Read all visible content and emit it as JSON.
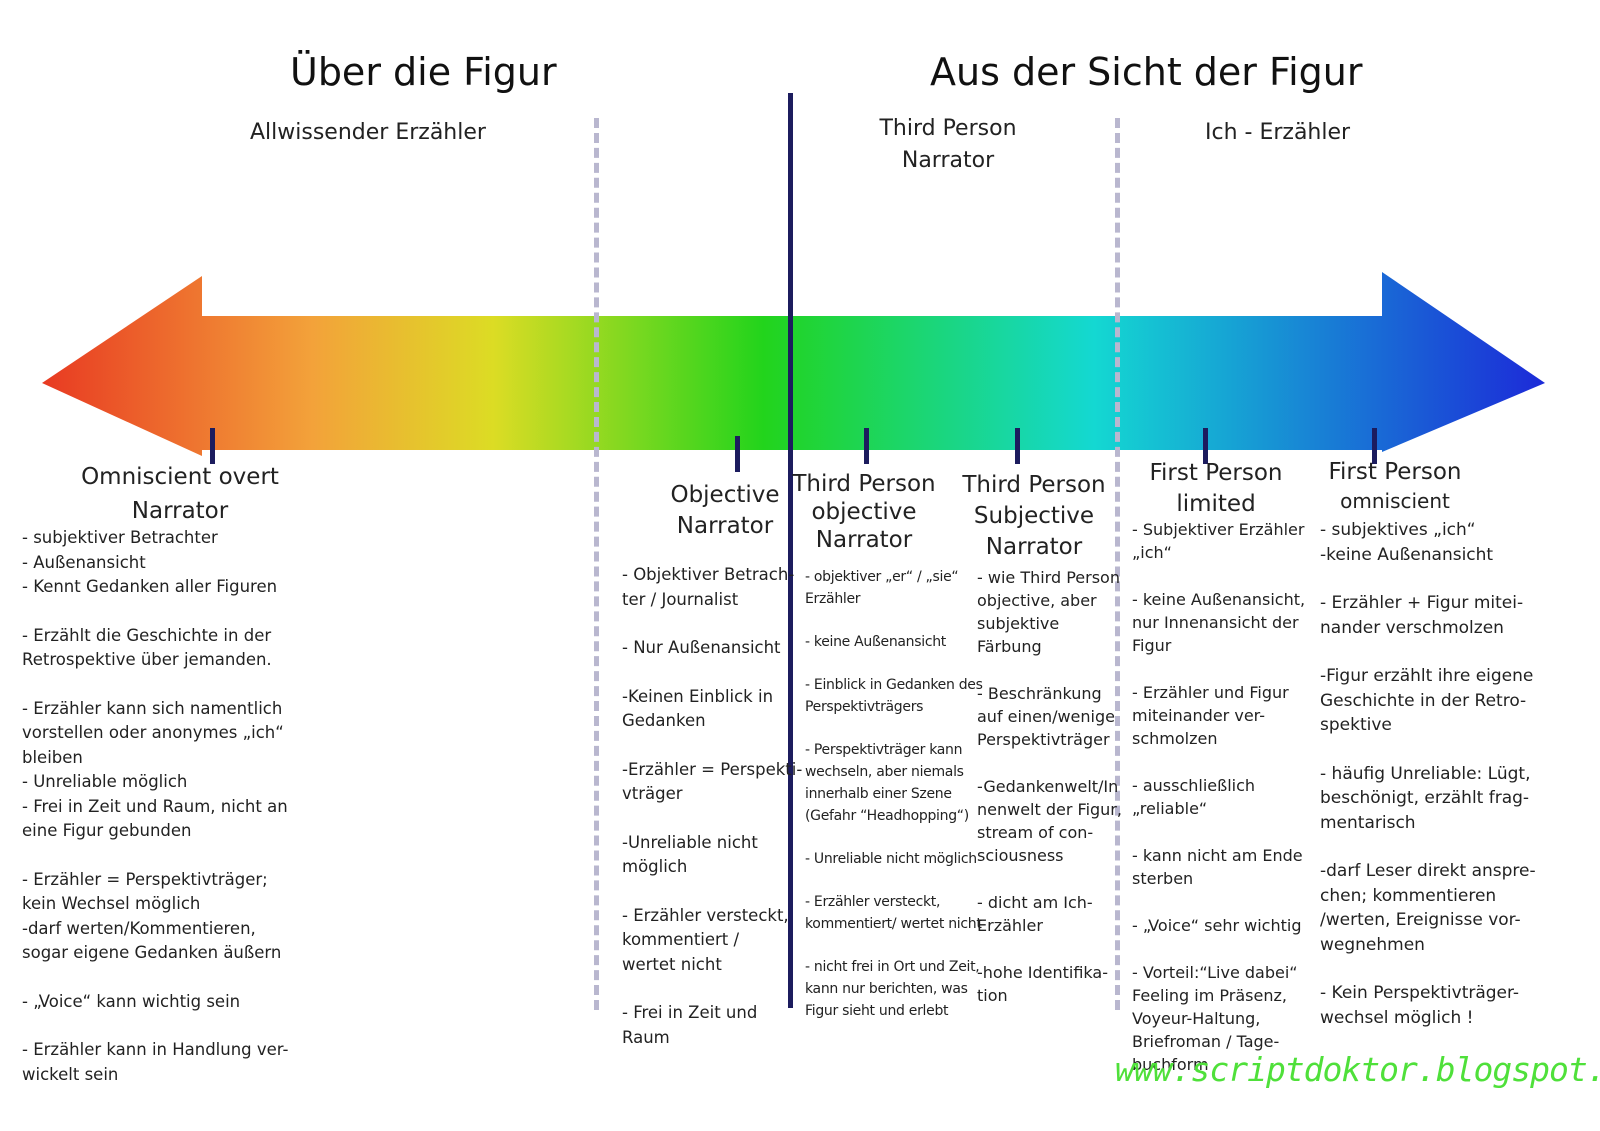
{
  "headings": {
    "left": "Über die Figur",
    "right": "Aus der Sicht der Figur"
  },
  "categories": {
    "omniscient": "Allwissender Erzähler",
    "third_line1": "Third Person",
    "third_line2": "Narrator",
    "first": "Ich - Erzähler"
  },
  "columns": [
    {
      "title_lines": [
        "Omniscient overt",
        "Narrator"
      ],
      "notes": [
        "- subjektiver Betrachter",
        "- Außenansicht",
        "- Kennt Gedanken aller Figuren",
        "",
        "- Erzählt die Geschichte in der",
        "Retrospektive über jemanden.",
        "",
        "- Erzähler kann sich namentlich",
        "vorstellen oder anonymes „ich“",
        "bleiben",
        "- Unreliable möglich",
        "- Frei in Zeit und Raum, nicht an",
        "eine Figur gebunden",
        "",
        "- Erzähler = Perspektivträger;",
        "kein Wechsel möglich",
        "-darf werten/Kommentieren,",
        "sogar eigene Gedanken äußern",
        "",
        "- „Voice“ kann wichtig sein",
        "",
        "- Erzähler kann in Handlung ver-",
        "wickelt sein"
      ]
    },
    {
      "title_lines": [
        "Objective",
        "Narrator"
      ],
      "notes": [
        "- Objektiver Betrach-",
        "ter / Journalist",
        "",
        "- Nur Außenansicht",
        "",
        "-Keinen Einblick in",
        "Gedanken",
        "",
        "-Erzähler = Perspekti-",
        "vträger",
        "",
        "-Unreliable nicht",
        "möglich",
        "",
        "- Erzähler versteckt,",
        "kommentiert /",
        "wertet nicht",
        "",
        "- Frei in Zeit und",
        "Raum"
      ]
    },
    {
      "title_lines": [
        "Third Person",
        "objective",
        "Narrator"
      ],
      "notes": [
        "- objektiver „er“ / „sie“",
        "Erzähler",
        "",
        " - keine Außenansicht",
        "",
        "- Einblick in Gedanken des",
        "Perspektivträgers",
        "",
        "- Perspektivträger kann",
        "wechseln, aber niemals",
        "innerhalb einer Szene",
        "(Gefahr “Headhopping“)",
        "",
        "- Unreliable nicht möglich",
        "",
        "- Erzähler versteckt,",
        "kommentiert/ wertet nicht",
        "",
        "- nicht frei in Ort und Zeit,",
        "kann nur berichten, was",
        "Figur sieht und erlebt"
      ]
    },
    {
      "title_lines": [
        "Third Person",
        "Subjective",
        "Narrator"
      ],
      "notes": [
        "- wie Third Person",
        "objective, aber",
        "subjektive",
        "Färbung",
        "",
        "- Beschränkung",
        "auf einen/wenige",
        "Perspektivträger",
        "",
        "-Gedankenwelt/In",
        "nenwelt der Figur,",
        "stream of con-",
        "sciousness",
        "",
        "- dicht am Ich-",
        "Erzähler",
        "",
        "-hohe Identifika-",
        "tion"
      ]
    },
    {
      "title_lines": [
        "First Person",
        "limited"
      ],
      "notes": [
        "- Subjektiver Erzähler",
        "„ich“",
        "",
        "- keine Außenansicht,",
        "nur Innenansicht der",
        "Figur",
        "",
        "- Erzähler und Figur",
        "miteinander ver-",
        "schmolzen",
        "",
        "- ausschließlich",
        "„reliable“",
        "",
        "- kann nicht am Ende",
        "sterben",
        "",
        "- „Voice“ sehr wichtig",
        "",
        "- Vorteil:“Live dabei“",
        "Feeling im Präsenz,",
        "Voyeur-Haltung,",
        "Briefroman / Tage-",
        "buchform"
      ]
    },
    {
      "title_lines": [
        "First Person",
        "omniscient"
      ],
      "notes": [
        "- subjektives „ich“",
        "-keine Außenansicht",
        "",
        "- Erzähler + Figur mitei-",
        "nander verschmolzen",
        "",
        "-Figur erzählt ihre eigene",
        "Geschichte in der Retro-",
        "spektive",
        "",
        "- häufig Unreliable: Lügt,",
        "beschönigt, erzählt frag-",
        "mentarisch",
        "",
        "-darf Leser direkt anspre-",
        "chen; kommentieren",
        "/werten, Ereignisse vor-",
        "wegnehmen",
        "",
        " - Kein Perspektivträger-",
        "wechsel möglich !"
      ]
    }
  ],
  "url": "www.scriptdoktor.blogspot.de",
  "colors": {
    "arrow_left": "#e83a22",
    "arrow_orange": "#f3a23a",
    "arrow_yellow": "#dcdc24",
    "arrow_green": "#22d41c",
    "arrow_cyan": "#14d8d2",
    "arrow_blue": "#1c2ad8",
    "divider": "#1c1c5e",
    "url": "#4fe03a"
  }
}
